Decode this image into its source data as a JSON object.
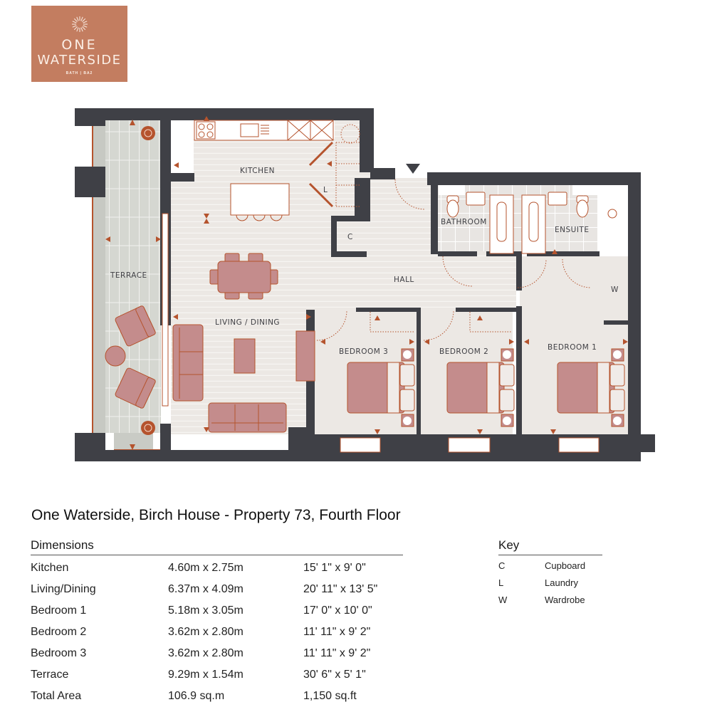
{
  "logo": {
    "line1": "ONE",
    "line2": "WATERSIDE",
    "line3": "BATH | BA2",
    "bg_color": "#c37d60"
  },
  "floorplan": {
    "labels": {
      "kitchen": "KITCHEN",
      "laundry": "L",
      "cupboard": "C",
      "bathroom": "BATHROOM",
      "ensuite": "ENSUITE",
      "hall": "HALL",
      "wardrobe": "W",
      "terrace": "TERRACE",
      "living_dining": "LIVING / DINING",
      "bedroom3": "BEDROOM 3",
      "bedroom2": "BEDROOM 2",
      "bedroom1": "BEDROOM 1"
    },
    "colors": {
      "wall": "#3f4046",
      "accent": "#b5532d",
      "furniture": "#c48c8c",
      "floor": "#ece8e4",
      "terrace": "#d3d5cf"
    }
  },
  "title": "One Waterside, Birch House - Property 73, Fourth Floor",
  "dimensions": {
    "heading": "Dimensions",
    "rows": [
      {
        "room": "Kitchen",
        "metric": "4.60m x 2.75m",
        "imperial": "15' 1\" x 9' 0\""
      },
      {
        "room": "Living/Dining",
        "metric": "6.37m x 4.09m",
        "imperial": "20' 11\" x 13' 5\""
      },
      {
        "room": "Bedroom 1",
        "metric": "5.18m x 3.05m",
        "imperial": "17' 0\" x 10' 0\""
      },
      {
        "room": "Bedroom 2",
        "metric": "3.62m x 2.80m",
        "imperial": "11' 11\" x 9' 2\""
      },
      {
        "room": "Bedroom 3",
        "metric": "3.62m x 2.80m",
        "imperial": "11' 11\" x 9' 2\""
      },
      {
        "room": "Terrace",
        "metric": "9.29m x 1.54m",
        "imperial": "30' 6\" x 5' 1\""
      },
      {
        "room": "Total Area",
        "metric": "106.9 sq.m",
        "imperial": "1,150 sq.ft"
      }
    ]
  },
  "key": {
    "heading": "Key",
    "items": [
      {
        "code": "C",
        "label": "Cupboard"
      },
      {
        "code": "L",
        "label": "Laundry"
      },
      {
        "code": "W",
        "label": "Wardrobe"
      }
    ]
  }
}
